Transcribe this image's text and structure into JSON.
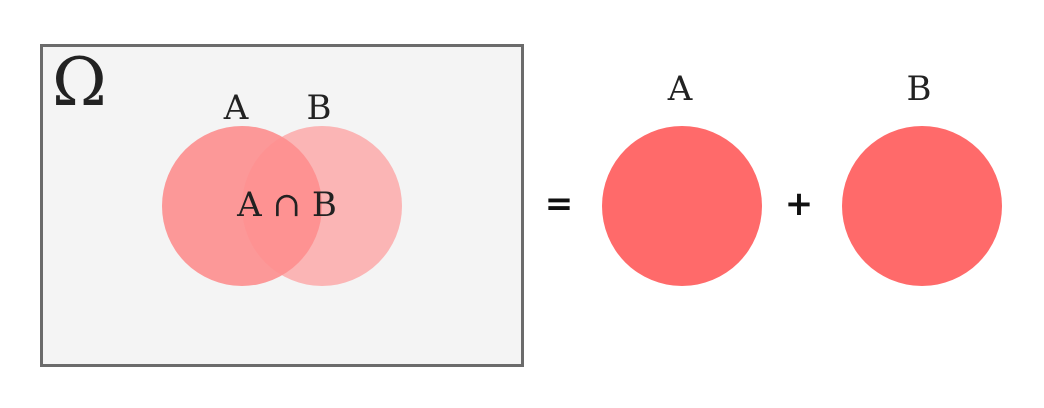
{
  "diagram": {
    "universe_symbol": "Ω",
    "venn": {
      "label_a": "A",
      "label_b": "B",
      "intersection_label": "A ∩ B"
    },
    "operators": {
      "equals": "=",
      "plus": "+"
    },
    "result": {
      "label_a": "A",
      "label_b": "B"
    },
    "colors": {
      "universe_fill": "#f4f4f4",
      "universe_border": "#6b6b6b",
      "set_a": "#ff6b6b",
      "set_b": "#ff8e8e",
      "result_fill": "#ff6a6a",
      "text": "#222222"
    }
  }
}
